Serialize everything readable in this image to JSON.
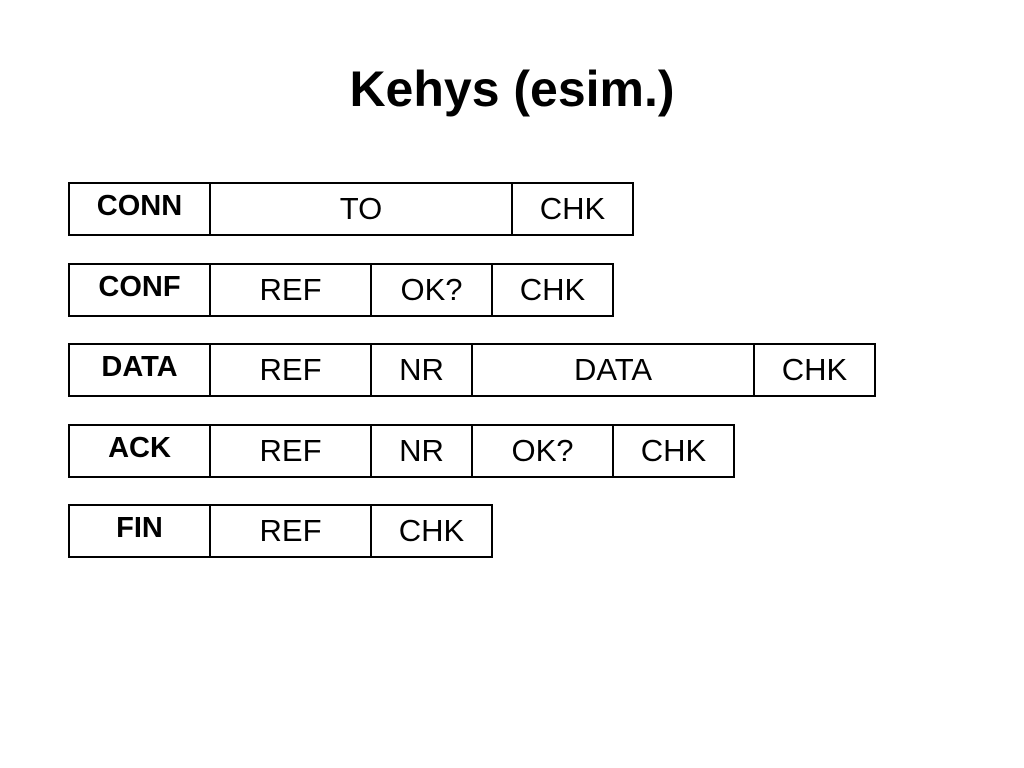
{
  "title": "Kehys (esim.)",
  "frames": [
    {
      "cells": [
        "CONN",
        "TO",
        "CHK"
      ]
    },
    {
      "cells": [
        "CONF",
        "REF",
        "OK?",
        "CHK"
      ]
    },
    {
      "cells": [
        "DATA",
        "REF",
        "NR",
        "DATA",
        "CHK"
      ]
    },
    {
      "cells": [
        "ACK",
        "REF",
        "NR",
        "OK?",
        "CHK"
      ]
    },
    {
      "cells": [
        "FIN",
        "REF",
        "CHK"
      ]
    }
  ]
}
